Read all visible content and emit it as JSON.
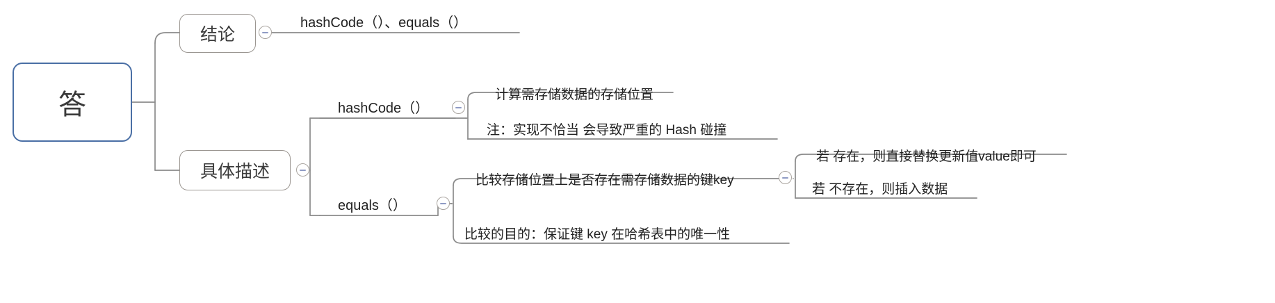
{
  "document": {
    "type": "mind-map",
    "title": "答 — hashCode() 与 equals()",
    "background_color": "#ffffff",
    "root_border_color": "#4a6fa5",
    "node_border_color": "#9b9691",
    "branch_line_color": "#8b8b8b",
    "text_color": "#333333",
    "toggle_color": "#8f9bc4"
  },
  "nodes": {
    "root": {
      "label": "答"
    },
    "conclusion": {
      "label": "结论"
    },
    "conclusion_child": {
      "label": "hashCode（）、equals（）"
    },
    "detail": {
      "label": "具体描述"
    },
    "hashcode": {
      "label": "hashCode（）"
    },
    "hashcode_child_1": {
      "label": "计算需存储数据的存储位置"
    },
    "hashcode_child_2": {
      "label": "注：实现不恰当 会导致严重的 Hash 碰撞"
    },
    "equals": {
      "label": "equals（）"
    },
    "equals_child_1": {
      "label": "比较存储位置上是否存在需存储数据的键key"
    },
    "equals_child_2": {
      "label": "比较的目的：保证键 key 在哈希表中的唯一性"
    },
    "exists": {
      "label": "若 存在，则直接替换更新值value即可"
    },
    "not_exists": {
      "label": "若 不存在，则插入数据"
    }
  },
  "toggles": {
    "conclusion": {
      "icon": "collapse-minus-icon",
      "state": "expanded"
    },
    "detail": {
      "icon": "collapse-minus-icon",
      "state": "expanded"
    },
    "hashcode": {
      "icon": "collapse-minus-icon",
      "state": "expanded"
    },
    "equals": {
      "icon": "collapse-minus-icon",
      "state": "expanded"
    },
    "equals_child_1": {
      "icon": "collapse-minus-icon",
      "state": "expanded"
    }
  }
}
